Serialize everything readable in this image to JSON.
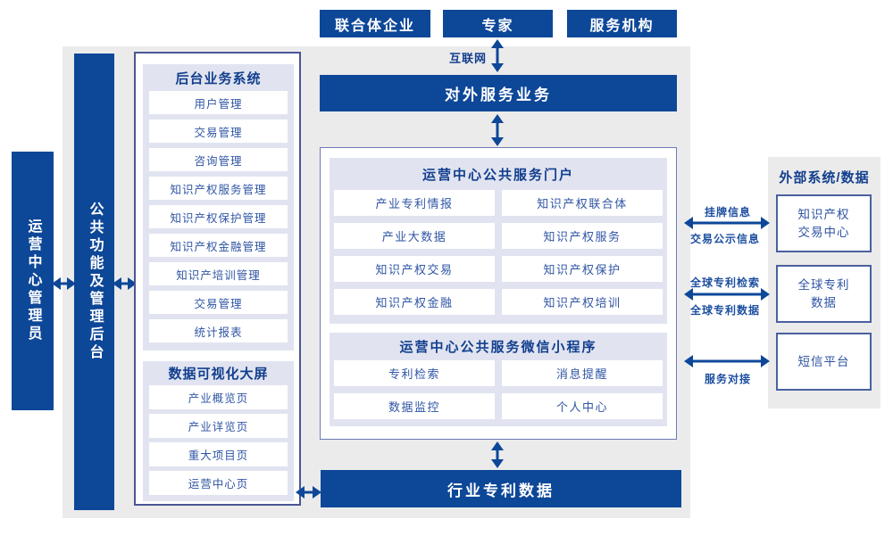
{
  "colors": {
    "primary_blue": "#0D4798",
    "panel_gray": "#EBEBEB",
    "section_lavender": "#E1E4F0",
    "item_text_blue": "#2F55A4",
    "header_text_blue": "#123F8E",
    "container_border": "#4A5696"
  },
  "top_actors": {
    "items": [
      "联合体企业",
      "专家",
      "服务机构"
    ]
  },
  "internet": {
    "label": "互联网"
  },
  "external_service_bar": {
    "label": "对外服务业务"
  },
  "admin_bar": {
    "label": "运营中心管理员"
  },
  "backend_bar": {
    "label": "公共功能及管理后台"
  },
  "backend_system": {
    "title": "后台业务系统",
    "items": [
      "用户管理",
      "交易管理",
      "咨询管理",
      "知识产权服务管理",
      "知识产权保护管理",
      "知识产权金融管理",
      "知识产培训管理",
      "交易管理",
      "统计报表"
    ]
  },
  "dashboard": {
    "title": "数据可视化大屏",
    "items": [
      "产业概览页",
      "产业详览页",
      "重大项目页",
      "运营中心页"
    ]
  },
  "portal": {
    "title": "运营中心公共服务门户",
    "items": [
      "产业专利情报",
      "知识产权联合体",
      "产业大数据",
      "知识产权服务",
      "知识产权交易",
      "知识产权保护",
      "知识产权金融",
      "知识产权培训"
    ]
  },
  "miniprogram": {
    "title": "运营中心公共服务微信小程序",
    "items": [
      "专利检索",
      "消息提醒",
      "数据监控",
      "个人中心"
    ]
  },
  "industry_bar": {
    "label": "行业专利数据"
  },
  "external_systems": {
    "title": "外部系统/数据",
    "boxes": [
      {
        "line1": "知识产权",
        "line2": "交易中心"
      },
      {
        "line1": "全球专利",
        "line2": "数据"
      },
      {
        "line1": "短信平台",
        "line2": ""
      }
    ]
  },
  "links": [
    {
      "top_label": "挂牌信息",
      "bottom_label": "交易公示信息"
    },
    {
      "top_label": "全球专利检索",
      "bottom_label": "全球专利数据"
    },
    {
      "top_label": "",
      "bottom_label": "服务对接"
    }
  ]
}
